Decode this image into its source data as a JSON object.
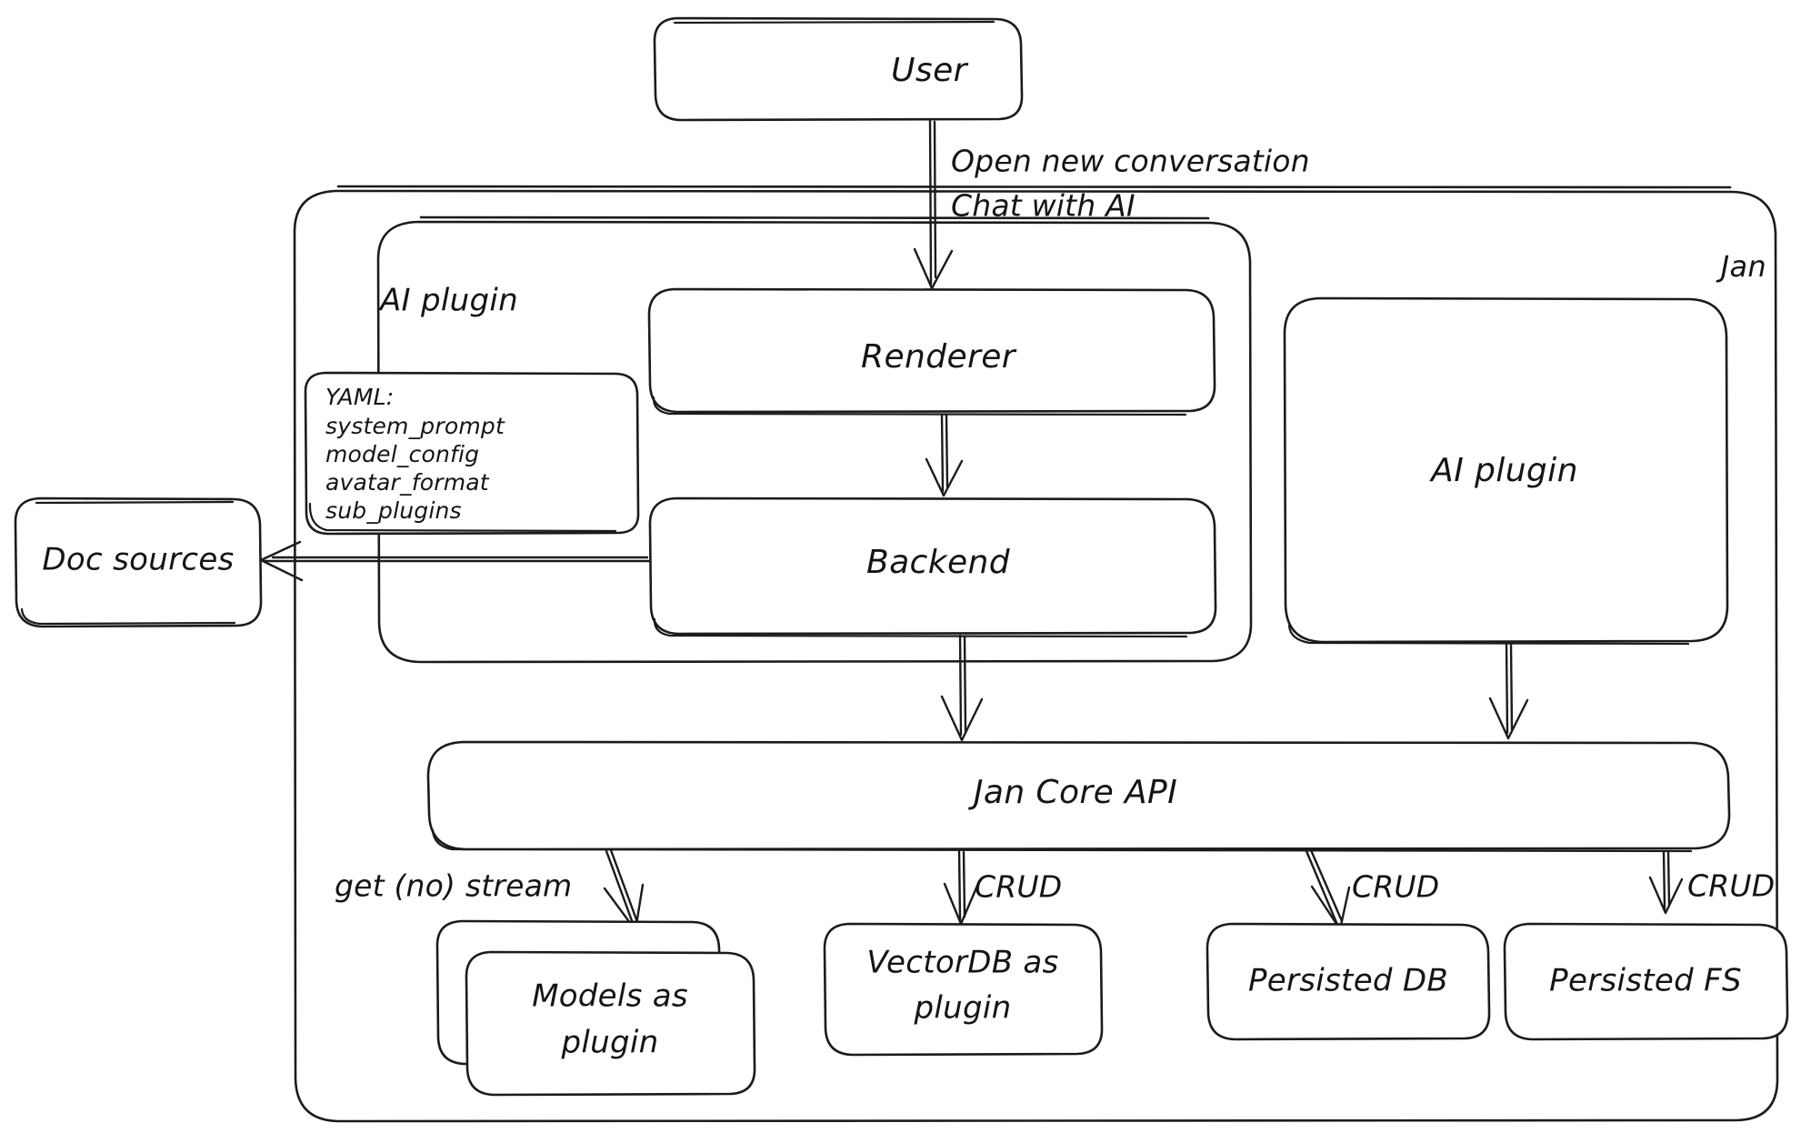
{
  "diagram": {
    "title_label": "Jan",
    "nodes": {
      "user": {
        "label": "User"
      },
      "ai_plugin_group": {
        "label": "AI plugin"
      },
      "renderer": {
        "label": "Renderer"
      },
      "backend": {
        "label": "Backend"
      },
      "ai_plugin_box": {
        "label": "AI plugin"
      },
      "doc_sources": {
        "label": "Doc sources"
      },
      "jan_core_api": {
        "label": "Jan Core API"
      },
      "models_as_plugin": {
        "label_line1": "Models as",
        "label_line2": "plugin"
      },
      "vectordb_as_plugin": {
        "label_line1": "VectorDB as",
        "label_line2": "plugin"
      },
      "persisted_db": {
        "label": "Persisted DB"
      },
      "persisted_fs": {
        "label": "Persisted FS"
      }
    },
    "yaml_note": {
      "title": "YAML:",
      "lines": [
        "system_prompt",
        "model_config",
        "avatar_format",
        "sub_plugins"
      ]
    },
    "edge_labels": {
      "user_to_renderer_line1": "Open new conversation",
      "user_to_renderer_line2": "Chat with AI",
      "core_to_models": "get (no) stream",
      "core_to_vectordb": "CRUD",
      "core_to_persisted_db": "CRUD",
      "core_to_persisted_fs": "CRUD"
    },
    "colors": {
      "stroke": "#1b1b1b",
      "background": "#ffffff",
      "text": "#141414"
    }
  }
}
